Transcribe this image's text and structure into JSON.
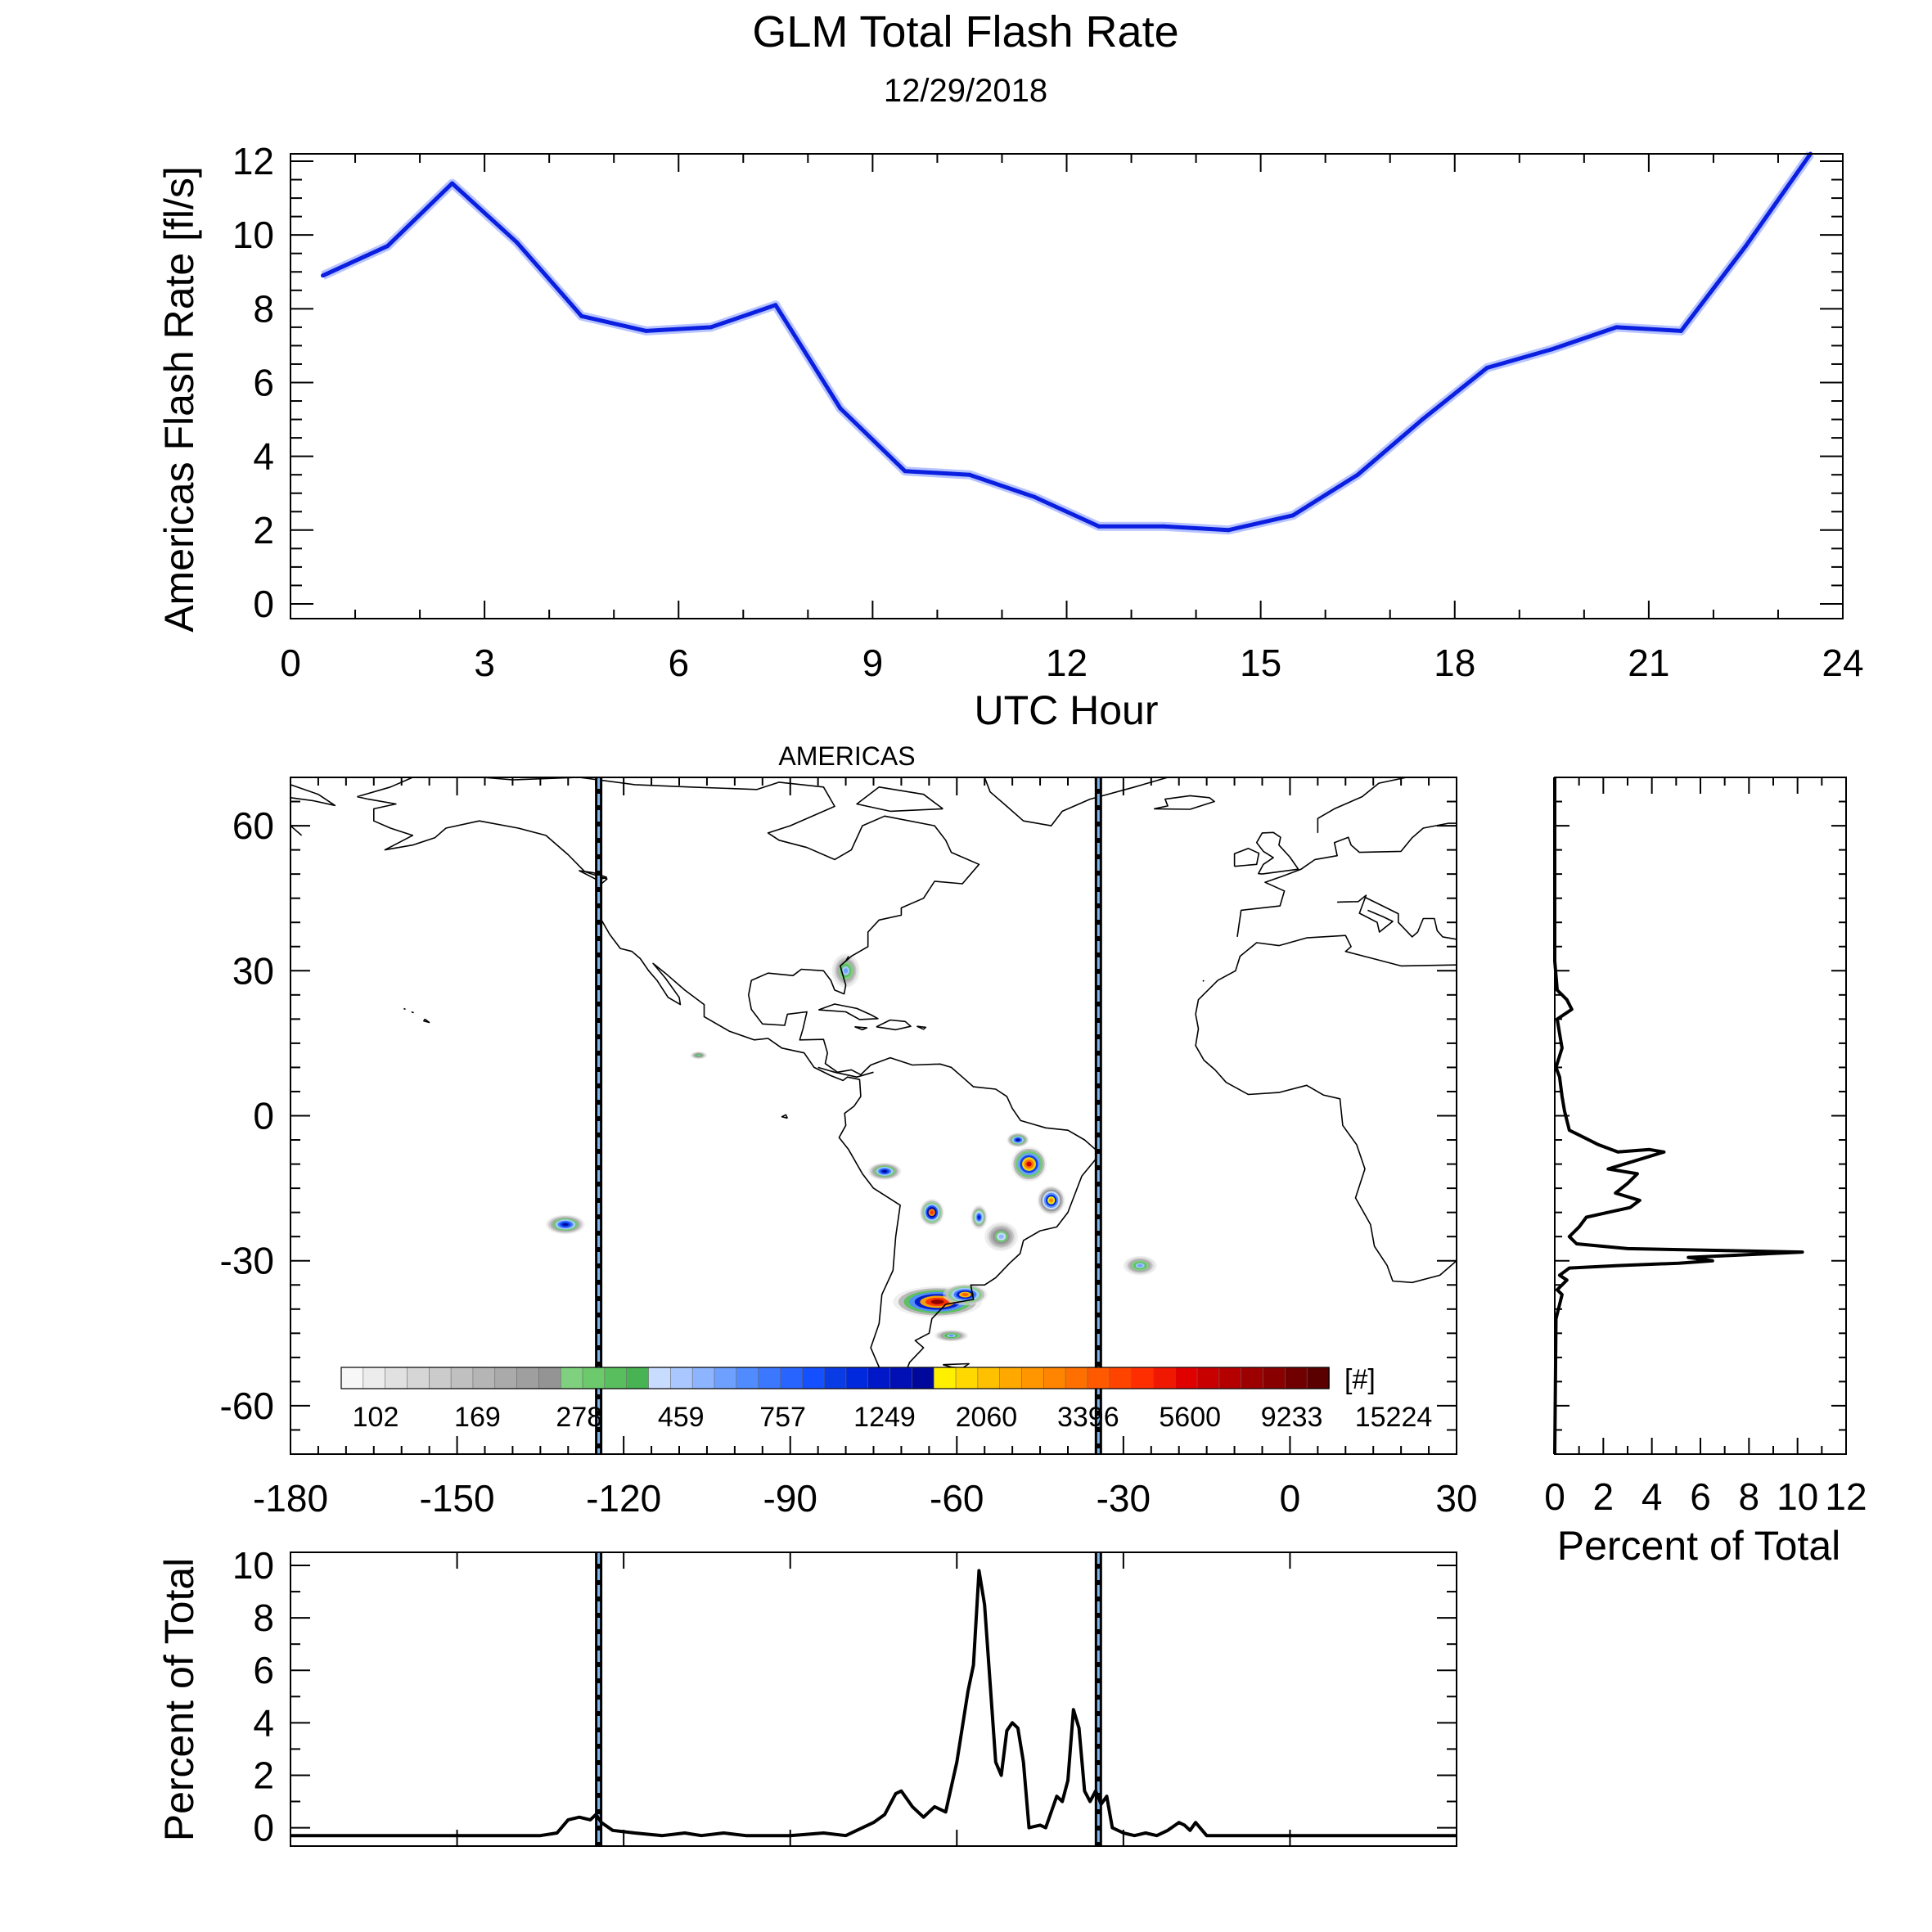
{
  "title": "GLM Total Flash Rate",
  "date": "12/29/2018",
  "colors": {
    "series_line": "#0a1fe0",
    "profile_line": "#000000",
    "satellite_line": "#7fb8f0"
  },
  "chart_data": [
    {
      "id": "timeseries",
      "type": "line",
      "xlabel": "UTC Hour",
      "ylabel": "Americas Flash Rate [fl/s]",
      "xlim": [
        0,
        24
      ],
      "ylim": [
        -0.4,
        12.2
      ],
      "xticks": [
        0,
        3,
        6,
        9,
        12,
        15,
        18,
        21,
        24
      ],
      "yticks": [
        0,
        2,
        4,
        6,
        8,
        10,
        12
      ],
      "x": [
        0.5,
        1.5,
        2.5,
        3.5,
        4.5,
        5.5,
        6.5,
        7.5,
        8.5,
        9.5,
        10.5,
        11.5,
        12.5,
        13.5,
        14.5,
        15.5,
        16.5,
        17.5,
        18.5,
        19.5,
        20.5,
        21.5,
        22.5,
        23.5
      ],
      "y": [
        8.9,
        9.7,
        11.4,
        9.8,
        7.8,
        7.4,
        7.5,
        8.1,
        5.3,
        3.6,
        3.5,
        2.9,
        2.1,
        2.1,
        2.0,
        2.4,
        3.5,
        5.0,
        6.4,
        6.9,
        7.5,
        7.4,
        9.7,
        12.2
      ],
      "color": "#0a1fe0"
    },
    {
      "id": "map",
      "type": "heatmap",
      "title": "AMERICAS",
      "xlim": [
        -180,
        30
      ],
      "ylim": [
        -70,
        70
      ],
      "xticks": [
        -180,
        -150,
        -120,
        -90,
        -60,
        -30,
        0,
        30
      ],
      "yticks": [
        -60,
        -30,
        0,
        30,
        60
      ],
      "satellite_lines_lon": [
        -124.5,
        -34.5
      ],
      "colorbar": {
        "unit": "[#]",
        "labels": [
          "102",
          "169",
          "278",
          "459",
          "757",
          "1249",
          "2060",
          "3396",
          "5600",
          "9233",
          "15224"
        ],
        "colors": [
          "#f7f7f7",
          "#ececec",
          "#e1e1e1",
          "#d6d6d6",
          "#cbcbcb",
          "#c0c0c0",
          "#b5b5b5",
          "#aaaaaa",
          "#9f9f9f",
          "#949494",
          "#7fd17f",
          "#6cc96c",
          "#59bf5e",
          "#48b352",
          "#c8dcff",
          "#aac8ff",
          "#8cb4ff",
          "#6ea0ff",
          "#508cff",
          "#3c78ff",
          "#2864ff",
          "#1450ff",
          "#0a3ce6",
          "#0028dc",
          "#0018c8",
          "#0010b4",
          "#00089c",
          "#fff000",
          "#ffd800",
          "#ffc000",
          "#ffa800",
          "#ff9600",
          "#ff8400",
          "#ff7000",
          "#ff5a00",
          "#ff4400",
          "#ff2e00",
          "#f01800",
          "#e00000",
          "#c80000",
          "#b40000",
          "#9c0000",
          "#880000",
          "#700000",
          "#5a0000"
        ],
        "range_log": [
          2.0,
          4.2
        ]
      },
      "hotspots": [
        {
          "lon": -63.5,
          "lat": -38.5,
          "rx": 8,
          "ry": 3.2,
          "level": 0.95
        },
        {
          "lon": -58.5,
          "lat": -37.0,
          "rx": 4,
          "ry": 2.2,
          "level": 0.78
        },
        {
          "lon": -47.0,
          "lat": -10.0,
          "rx": 3.2,
          "ry": 3.6,
          "level": 0.88
        },
        {
          "lon": -49.0,
          "lat": -5.0,
          "rx": 2,
          "ry": 1.5,
          "level": 0.6
        },
        {
          "lon": -43.0,
          "lat": -17.5,
          "rx": 2.5,
          "ry": 3,
          "level": 0.72
        },
        {
          "lon": -64.5,
          "lat": -20.0,
          "rx": 2.2,
          "ry": 2.8,
          "level": 0.82
        },
        {
          "lon": -73.0,
          "lat": -11.5,
          "rx": 3,
          "ry": 1.8,
          "level": 0.6
        },
        {
          "lon": -56.0,
          "lat": -21.0,
          "rx": 1.5,
          "ry": 2.5,
          "level": 0.55
        },
        {
          "lon": -130.5,
          "lat": -22.5,
          "rx": 3.5,
          "ry": 2,
          "level": 0.6
        },
        {
          "lon": -61.0,
          "lat": -45.5,
          "rx": 3,
          "ry": 1.2,
          "level": 0.42
        },
        {
          "lon": -27.0,
          "lat": -31.0,
          "rx": 3,
          "ry": 2,
          "level": 0.38
        },
        {
          "lon": -80.0,
          "lat": 30.0,
          "rx": 2.5,
          "ry": 3.5,
          "level": 0.38
        },
        {
          "lon": -106.5,
          "lat": 12.5,
          "rx": 1.5,
          "ry": 0.8,
          "level": 0.35
        },
        {
          "lon": -52.0,
          "lat": -25.0,
          "rx": 3,
          "ry": 3,
          "level": 0.36
        }
      ]
    },
    {
      "id": "lat_profile",
      "type": "line",
      "xlabel": "Percent of Total",
      "xlim": [
        0,
        12
      ],
      "ylim": [
        -70,
        70
      ],
      "xticks": [
        0,
        2,
        4,
        6,
        8,
        10,
        12
      ],
      "points": [
        [
          0,
          -70
        ],
        [
          0.05,
          -42
        ],
        [
          0.3,
          -37
        ],
        [
          0.1,
          -36
        ],
        [
          0.5,
          -34
        ],
        [
          0.2,
          -33
        ],
        [
          0.6,
          -31.5
        ],
        [
          2.6,
          -31
        ],
        [
          5.1,
          -30.5
        ],
        [
          6.5,
          -30
        ],
        [
          5.5,
          -29.3
        ],
        [
          10.2,
          -28.2
        ],
        [
          3.0,
          -27.5
        ],
        [
          0.9,
          -26.5
        ],
        [
          0.6,
          -25
        ],
        [
          1.0,
          -23
        ],
        [
          1.3,
          -21
        ],
        [
          2.2,
          -20
        ],
        [
          3.1,
          -19
        ],
        [
          3.5,
          -17.5
        ],
        [
          2.5,
          -16
        ],
        [
          3.0,
          -14
        ],
        [
          3.4,
          -12
        ],
        [
          2.2,
          -11
        ],
        [
          3.2,
          -9.5
        ],
        [
          4.5,
          -7.5
        ],
        [
          3.9,
          -7
        ],
        [
          2.6,
          -7.5
        ],
        [
          1.8,
          -6
        ],
        [
          1.0,
          -4
        ],
        [
          0.6,
          -3
        ],
        [
          0.4,
          1
        ],
        [
          0.3,
          4
        ],
        [
          0.2,
          8
        ],
        [
          0.05,
          10
        ],
        [
          0.3,
          14
        ],
        [
          0.2,
          17
        ],
        [
          0.1,
          20
        ],
        [
          0.7,
          22
        ],
        [
          0.5,
          24
        ],
        [
          0.1,
          26
        ],
        [
          0,
          32
        ],
        [
          0,
          70
        ]
      ],
      "color": "#000000"
    },
    {
      "id": "lon_profile",
      "type": "line",
      "ylabel": "Percent of Total",
      "xlim": [
        -180,
        30
      ],
      "ylim": [
        -0.7,
        10.5
      ],
      "yticks": [
        0,
        2,
        4,
        6,
        8,
        10
      ],
      "points": [
        [
          -180,
          -0.3
        ],
        [
          -135,
          -0.3
        ],
        [
          -132,
          -0.2
        ],
        [
          -130,
          0.3
        ],
        [
          -128,
          0.4
        ],
        [
          -126,
          0.3
        ],
        [
          -125,
          0.5
        ],
        [
          -124,
          0.2
        ],
        [
          -122,
          -0.1
        ],
        [
          -118,
          -0.2
        ],
        [
          -113,
          -0.3
        ],
        [
          -109,
          -0.2
        ],
        [
          -106,
          -0.3
        ],
        [
          -102,
          -0.2
        ],
        [
          -98,
          -0.3
        ],
        [
          -90,
          -0.3
        ],
        [
          -84,
          -0.2
        ],
        [
          -80,
          -0.3
        ],
        [
          -77,
          0
        ],
        [
          -75,
          0.2
        ],
        [
          -73,
          0.5
        ],
        [
          -71,
          1.3
        ],
        [
          -70,
          1.4
        ],
        [
          -68,
          0.8
        ],
        [
          -66,
          0.4
        ],
        [
          -64,
          0.8
        ],
        [
          -62,
          0.6
        ],
        [
          -60,
          2.5
        ],
        [
          -58,
          5.2
        ],
        [
          -57,
          6.2
        ],
        [
          -56,
          9.8
        ],
        [
          -55,
          8.5
        ],
        [
          -54,
          5.5
        ],
        [
          -53,
          2.5
        ],
        [
          -52,
          2.0
        ],
        [
          -51,
          3.7
        ],
        [
          -50,
          4.0
        ],
        [
          -49,
          3.8
        ],
        [
          -48,
          2.5
        ],
        [
          -47,
          0
        ],
        [
          -45,
          0.1
        ],
        [
          -44,
          0
        ],
        [
          -42,
          1.2
        ],
        [
          -41,
          1.0
        ],
        [
          -40,
          1.8
        ],
        [
          -39,
          4.5
        ],
        [
          -38,
          3.8
        ],
        [
          -37,
          1.4
        ],
        [
          -36,
          1.0
        ],
        [
          -35,
          1.4
        ],
        [
          -34,
          0.9
        ],
        [
          -33,
          1.2
        ],
        [
          -32,
          0
        ],
        [
          -30,
          -0.2
        ],
        [
          -28,
          -0.3
        ],
        [
          -26,
          -0.2
        ],
        [
          -24,
          -0.3
        ],
        [
          -22,
          -0.1
        ],
        [
          -20,
          0.2
        ],
        [
          -19,
          0.1
        ],
        [
          -18,
          -0.1
        ],
        [
          -17,
          0.2
        ],
        [
          -15,
          -0.3
        ],
        [
          30,
          -0.3
        ]
      ],
      "color": "#000000"
    }
  ]
}
